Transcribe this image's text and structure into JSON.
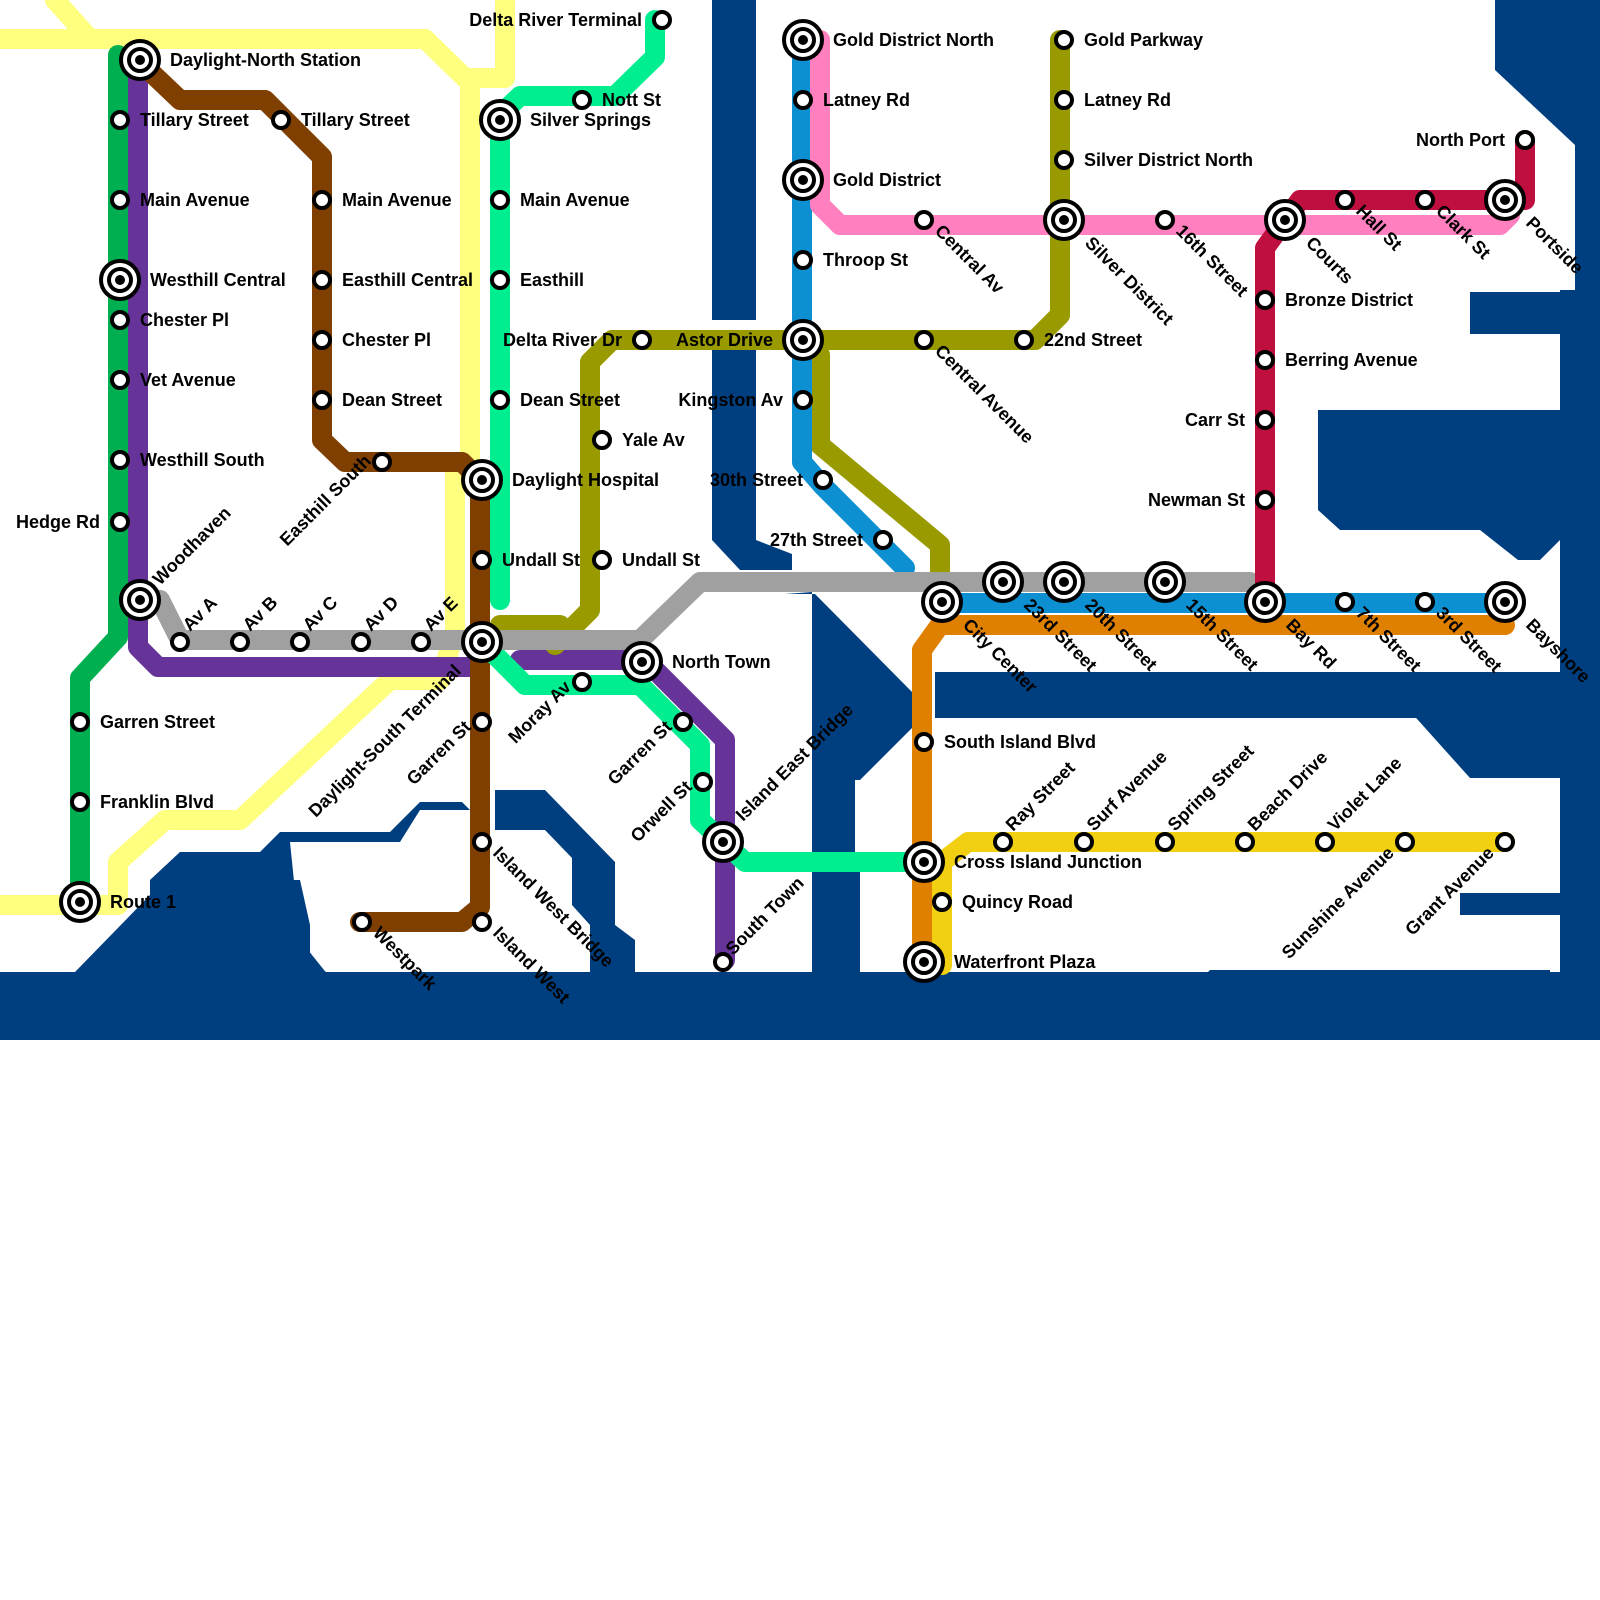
{
  "map": {
    "colors": {
      "water": "#003f7f",
      "yellow_light": "#ffff7f",
      "green": "#00b050",
      "purple": "#663399",
      "brown": "#7f3f00",
      "mint": "#00ee90",
      "olive": "#999900",
      "blue": "#0c90d2",
      "pink": "#ff7fbf",
      "gray": "#a0a0a0",
      "orange": "#e08000",
      "crimson": "#bf0f3f",
      "gold": "#f0d010"
    },
    "stations": {
      "delta_river_terminal": "Delta River Terminal",
      "gold_district_north": "Gold District North",
      "gold_parkway": "Gold Parkway",
      "daylight_north_station": "Daylight-North Station",
      "nott_st": "Nott St",
      "latney_rd_1": "Latney Rd",
      "latney_rd_2": "Latney Rd",
      "tillary_street_1": "Tillary Street",
      "tillary_street_2": "Tillary Street",
      "silver_springs": "Silver Springs",
      "north_port": "North Port",
      "silver_district_north": "Silver District North",
      "gold_district": "Gold District",
      "main_avenue_1": "Main Avenue",
      "main_avenue_2": "Main Avenue",
      "main_avenue_3": "Main Avenue",
      "central_av": "Central Av",
      "silver_district": "Silver District",
      "sixteenth_street": "16th Street",
      "courts": "Courts",
      "hall_st": "Hall St",
      "clark_st": "Clark St",
      "portside": "Portside",
      "throop_st": "Throop St",
      "westhill_central": "Westhill Central",
      "easthill_central": "Easthill Central",
      "easthill": "Easthill",
      "bronze_district": "Bronze District",
      "chester_pl_1": "Chester Pl",
      "chester_pl_2": "Chester Pl",
      "delta_river_dr": "Delta River Dr",
      "astor_drive": "Astor Drive",
      "central_avenue": "Central Avenue",
      "twentysecond_street": "22nd Street",
      "berring_avenue": "Berring Avenue",
      "vet_avenue": "Vet Avenue",
      "dean_street_1": "Dean Street",
      "dean_street_2": "Dean Street",
      "kingston_av": "Kingston Av",
      "carr_st": "Carr St",
      "yale_av": "Yale Av",
      "westhill_south": "Westhill South",
      "easthill_south": "Easthill South",
      "daylight_hospital": "Daylight Hospital",
      "thirtieth_street": "30th Street",
      "newman_st": "Newman St",
      "hedge_rd": "Hedge Rd",
      "woodhaven": "Woodhaven",
      "twentyseventh_street": "27th Street",
      "undall_st_1": "Undall St",
      "undall_st_2": "Undall St",
      "av_a": "Av A",
      "av_b": "Av B",
      "av_c": "Av C",
      "av_d": "Av D",
      "av_e": "Av E",
      "city_center": "City Center",
      "twentythird_street": "23rd Street",
      "twentieth_street": "20th Street",
      "fifteenth_street": "15th Street",
      "bay_rd": "Bay Rd",
      "seventh_street": "7th Street",
      "third_street": "3rd Street",
      "bayshore": "Bayshore",
      "north_town": "North Town",
      "daylight_south_terminal": "Daylight-South Terminal",
      "garren_street": "Garren Street",
      "garren_st_1": "Garren St",
      "garren_st_2": "Garren St",
      "moray_av": "Moray Av",
      "island_east_bridge": "Island East Bridge",
      "south_island_blvd": "South Island Blvd",
      "ray_street": "Ray Street",
      "surf_avenue": "Surf Avenue",
      "spring_street": "Spring Street",
      "beach_drive": "Beach Drive",
      "violet_lane": "Violet Lane",
      "franklin_blvd": "Franklin Blvd",
      "orwell_st": "Orwell St",
      "island_west_bridge": "Island West Bridge",
      "cross_island_junction": "Cross Island Junction",
      "route_1": "Route 1",
      "quincy_road": "Quincy Road",
      "south_town": "South Town",
      "sunshine_avenue": "Sunshine Avenue",
      "grant_avenue": "Grant Avenue",
      "westpark": "Westpark",
      "island_west": "Island West",
      "waterfront_plaza": "Waterfront Plaza"
    }
  }
}
